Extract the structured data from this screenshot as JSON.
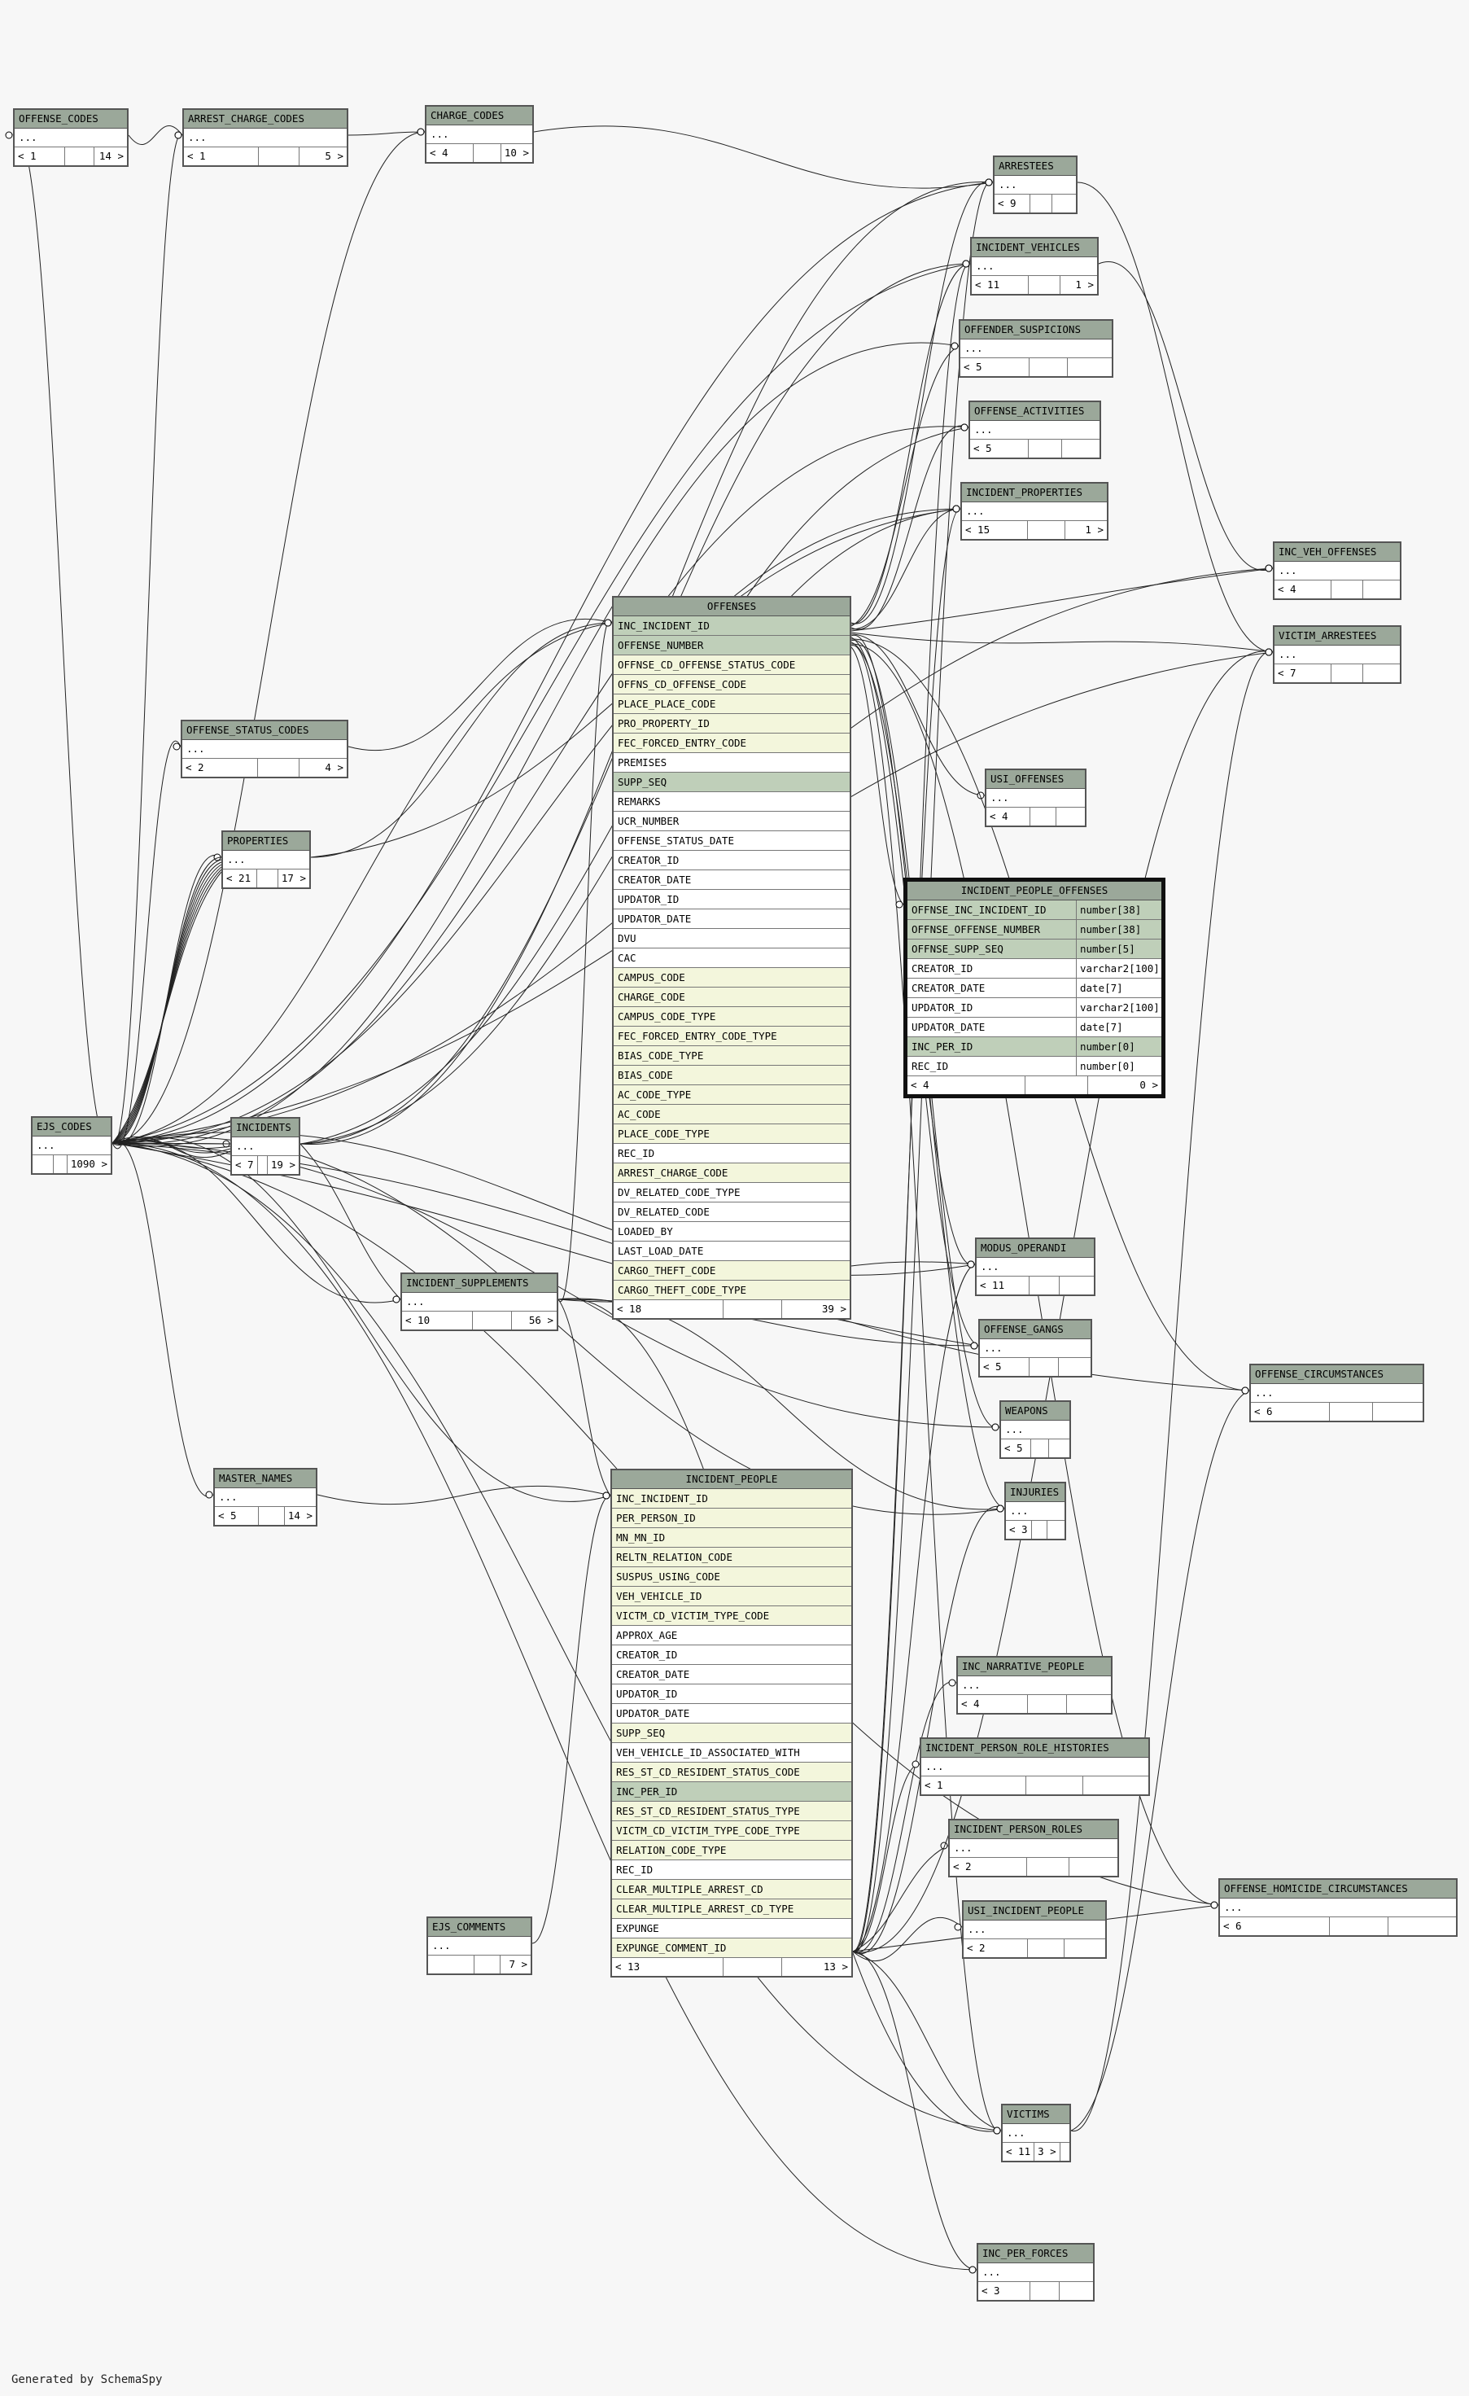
{
  "footer": "Generated by SchemaSpy",
  "tables": [
    {
      "name": "OFFENSE_CODES",
      "cols": "...",
      "l": "< 1",
      "m": "",
      "r": "14 >"
    },
    {
      "name": "ARREST_CHARGE_CODES",
      "cols": "...",
      "l": "< 1",
      "m": "",
      "r": "5 >"
    },
    {
      "name": "CHARGE_CODES",
      "cols": "...",
      "l": "< 4",
      "m": "",
      "r": "10 >"
    },
    {
      "name": "ARRESTEES",
      "cols": "...",
      "l": "< 9",
      "m": "",
      "r": ""
    },
    {
      "name": "INCIDENT_VEHICLES",
      "cols": "...",
      "l": "< 11",
      "m": "",
      "r": "1 >"
    },
    {
      "name": "OFFENDER_SUSPICIONS",
      "cols": "...",
      "l": "< 5",
      "m": "",
      "r": ""
    },
    {
      "name": "OFFENSE_ACTIVITIES",
      "cols": "...",
      "l": "< 5",
      "m": "",
      "r": ""
    },
    {
      "name": "INCIDENT_PROPERTIES",
      "cols": "...",
      "l": "< 15",
      "m": "",
      "r": "1 >"
    },
    {
      "name": "INC_VEH_OFFENSES",
      "cols": "...",
      "l": "< 4",
      "m": "",
      "r": ""
    },
    {
      "name": "VICTIM_ARRESTEES",
      "cols": "...",
      "l": "< 7",
      "m": "",
      "r": ""
    },
    {
      "name": "OFFENSE_STATUS_CODES",
      "cols": "...",
      "l": "< 2",
      "m": "",
      "r": "4 >"
    },
    {
      "name": "USI_OFFENSES",
      "cols": "...",
      "l": "< 4",
      "m": "",
      "r": ""
    },
    {
      "name": "PROPERTIES",
      "cols": "...",
      "l": "< 21",
      "m": "",
      "r": "17 >"
    },
    {
      "name": "EJS_CODES",
      "cols": "...",
      "l": "",
      "m": "",
      "r": "1090 >"
    },
    {
      "name": "INCIDENTS",
      "cols": "...",
      "l": "< 7",
      "m": "",
      "r": "19 >"
    },
    {
      "name": "INCIDENT_SUPPLEMENTS",
      "cols": "...",
      "l": "< 10",
      "m": "",
      "r": "56 >"
    },
    {
      "name": "MODUS_OPERANDI",
      "cols": "...",
      "l": "< 11",
      "m": "",
      "r": ""
    },
    {
      "name": "OFFENSE_GANGS",
      "cols": "...",
      "l": "< 5",
      "m": "",
      "r": ""
    },
    {
      "name": "OFFENSE_CIRCUMSTANCES",
      "cols": "...",
      "l": "< 6",
      "m": "",
      "r": ""
    },
    {
      "name": "WEAPONS",
      "cols": "...",
      "l": "< 5",
      "m": "",
      "r": ""
    },
    {
      "name": "MASTER_NAMES",
      "cols": "...",
      "l": "< 5",
      "m": "",
      "r": "14 >"
    },
    {
      "name": "INJURIES",
      "cols": "...",
      "l": "< 3",
      "m": "",
      "r": ""
    },
    {
      "name": "INC_NARRATIVE_PEOPLE",
      "cols": "...",
      "l": "< 4",
      "m": "",
      "r": ""
    },
    {
      "name": "INCIDENT_PERSON_ROLE_HISTORIES",
      "cols": "...",
      "l": "< 1",
      "m": "",
      "r": ""
    },
    {
      "name": "INCIDENT_PERSON_ROLES",
      "cols": "...",
      "l": "< 2",
      "m": "",
      "r": ""
    },
    {
      "name": "OFFENSE_HOMICIDE_CIRCUMSTANCES",
      "cols": "...",
      "l": "< 6",
      "m": "",
      "r": ""
    },
    {
      "name": "USI_INCIDENT_PEOPLE",
      "cols": "...",
      "l": "< 2",
      "m": "",
      "r": ""
    },
    {
      "name": "EJS_COMMENTS",
      "cols": "...",
      "l": "",
      "m": "",
      "r": "7 >"
    },
    {
      "name": "VICTIMS",
      "cols": "...",
      "l": "< 11",
      "m": "3 >",
      "r": ""
    },
    {
      "name": "INC_PER_FORCES",
      "cols": "...",
      "l": "< 3",
      "m": "",
      "r": ""
    }
  ],
  "offenses": {
    "name": "OFFENSES",
    "columns": [
      {
        "n": "INC_INCIDENT_ID",
        "k": "pk"
      },
      {
        "n": "OFFENSE_NUMBER",
        "k": "pk"
      },
      {
        "n": "OFFNSE_CD_OFFENSE_STATUS_CODE",
        "k": "fk"
      },
      {
        "n": "OFFNS_CD_OFFENSE_CODE",
        "k": "fk"
      },
      {
        "n": "PLACE_PLACE_CODE",
        "k": "fk"
      },
      {
        "n": "PRO_PROPERTY_ID",
        "k": "fk"
      },
      {
        "n": "FEC_FORCED_ENTRY_CODE",
        "k": "fk"
      },
      {
        "n": "PREMISES",
        "k": "pl"
      },
      {
        "n": "SUPP_SEQ",
        "k": "pk"
      },
      {
        "n": "REMARKS",
        "k": "pl"
      },
      {
        "n": "UCR_NUMBER",
        "k": "pl"
      },
      {
        "n": "OFFENSE_STATUS_DATE",
        "k": "pl"
      },
      {
        "n": "CREATOR_ID",
        "k": "pl"
      },
      {
        "n": "CREATOR_DATE",
        "k": "pl"
      },
      {
        "n": "UPDATOR_ID",
        "k": "pl"
      },
      {
        "n": "UPDATOR_DATE",
        "k": "pl"
      },
      {
        "n": "DVU",
        "k": "pl"
      },
      {
        "n": "CAC",
        "k": "pl"
      },
      {
        "n": "CAMPUS_CODE",
        "k": "fk"
      },
      {
        "n": "CHARGE_CODE",
        "k": "fk"
      },
      {
        "n": "CAMPUS_CODE_TYPE",
        "k": "fk"
      },
      {
        "n": "FEC_FORCED_ENTRY_CODE_TYPE",
        "k": "fk"
      },
      {
        "n": "BIAS_CODE_TYPE",
        "k": "fk"
      },
      {
        "n": "BIAS_CODE",
        "k": "fk"
      },
      {
        "n": "AC_CODE_TYPE",
        "k": "fk"
      },
      {
        "n": "AC_CODE",
        "k": "fk"
      },
      {
        "n": "PLACE_CODE_TYPE",
        "k": "fk"
      },
      {
        "n": "REC_ID",
        "k": "pl"
      },
      {
        "n": "ARREST_CHARGE_CODE",
        "k": "fk"
      },
      {
        "n": "DV_RELATED_CODE_TYPE",
        "k": "pl"
      },
      {
        "n": "DV_RELATED_CODE",
        "k": "pl"
      },
      {
        "n": "LOADED_BY",
        "k": "pl"
      },
      {
        "n": "LAST_LOAD_DATE",
        "k": "pl"
      },
      {
        "n": "CARGO_THEFT_CODE",
        "k": "fk"
      },
      {
        "n": "CARGO_THEFT_CODE_TYPE",
        "k": "fk"
      }
    ],
    "l": "< 18",
    "r": "39 >"
  },
  "incident_people": {
    "name": "INCIDENT_PEOPLE",
    "columns": [
      {
        "n": "INC_INCIDENT_ID",
        "k": "fk"
      },
      {
        "n": "PER_PERSON_ID",
        "k": "fk"
      },
      {
        "n": "MN_MN_ID",
        "k": "fk"
      },
      {
        "n": "RELTN_RELATION_CODE",
        "k": "fk"
      },
      {
        "n": "SUSPUS_USING_CODE",
        "k": "fk"
      },
      {
        "n": "VEH_VEHICLE_ID",
        "k": "fk"
      },
      {
        "n": "VICTM_CD_VICTIM_TYPE_CODE",
        "k": "fk"
      },
      {
        "n": "APPROX_AGE",
        "k": "pl"
      },
      {
        "n": "CREATOR_ID",
        "k": "pl"
      },
      {
        "n": "CREATOR_DATE",
        "k": "pl"
      },
      {
        "n": "UPDATOR_ID",
        "k": "pl"
      },
      {
        "n": "UPDATOR_DATE",
        "k": "pl"
      },
      {
        "n": "SUPP_SEQ",
        "k": "fk"
      },
      {
        "n": "VEH_VEHICLE_ID_ASSOCIATED_WITH",
        "k": "pl"
      },
      {
        "n": "RES_ST_CD_RESIDENT_STATUS_CODE",
        "k": "fk"
      },
      {
        "n": "INC_PER_ID",
        "k": "pk"
      },
      {
        "n": "RES_ST_CD_RESIDENT_STATUS_TYPE",
        "k": "fk"
      },
      {
        "n": "VICTM_CD_VICTIM_TYPE_CODE_TYPE",
        "k": "fk"
      },
      {
        "n": "RELATION_CODE_TYPE",
        "k": "fk"
      },
      {
        "n": "REC_ID",
        "k": "pl"
      },
      {
        "n": "CLEAR_MULTIPLE_ARREST_CD",
        "k": "fk"
      },
      {
        "n": "CLEAR_MULTIPLE_ARREST_CD_TYPE",
        "k": "fk"
      },
      {
        "n": "EXPUNGE",
        "k": "pl"
      },
      {
        "n": "EXPUNGE_COMMENT_ID",
        "k": "fk"
      }
    ],
    "l": "< 13",
    "r": "13 >"
  },
  "ipo": {
    "name": "INCIDENT_PEOPLE_OFFENSES",
    "columns": [
      {
        "n": "OFFNSE_INC_INCIDENT_ID",
        "t": "number[38]",
        "k": "pk"
      },
      {
        "n": "OFFNSE_OFFENSE_NUMBER",
        "t": "number[38]",
        "k": "pk"
      },
      {
        "n": "OFFNSE_SUPP_SEQ",
        "t": "number[5]",
        "k": "pk"
      },
      {
        "n": "CREATOR_ID",
        "t": "varchar2[100]",
        "k": "pl"
      },
      {
        "n": "CREATOR_DATE",
        "t": "date[7]",
        "k": "pl"
      },
      {
        "n": "UPDATOR_ID",
        "t": "varchar2[100]",
        "k": "pl"
      },
      {
        "n": "UPDATOR_DATE",
        "t": "date[7]",
        "k": "pl"
      },
      {
        "n": "INC_PER_ID",
        "t": "number[0]",
        "k": "pk"
      },
      {
        "n": "REC_ID",
        "t": "number[0]",
        "k": "pl"
      }
    ],
    "l": "< 4",
    "r": "0 >"
  }
}
